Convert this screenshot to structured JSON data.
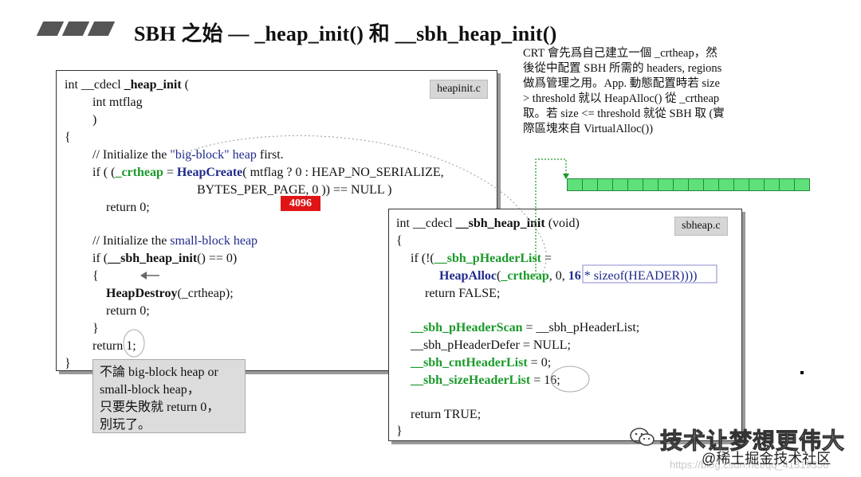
{
  "title": "SBH 之始 — _heap_init() 和 __sbh_heap_init()",
  "left_box": {
    "file": "heapinit.c",
    "lines": {
      "l1a": "int __cdecl ",
      "l1b": "_heap_init",
      "l1c": " (",
      "l2": "int mtflag",
      "l3": ")",
      "l4": "{",
      "l5a": "//  Initialize the ",
      "l5b": "\"big-block\" heap",
      "l5c": " first.",
      "l6a": "if ( (",
      "l6b": "_crtheap",
      "l6c": " = ",
      "l6d": "HeapCreate",
      "l6e": "( mtflag ? 0 : HEAP_NO_SERIALIZE,",
      "l7": "BYTES_PER_PAGE, 0 )) == NULL )",
      "l8": "return 0;",
      "l9a": "//  Initialize the ",
      "l9b": "small-block heap",
      "l10a": "if (",
      "l10b": "__sbh_heap_init",
      "l10c": "() == 0)",
      "l11": "{",
      "l12a": "HeapDestroy",
      "l12b": "(_crtheap);",
      "l13": "return 0;",
      "l14": "}",
      "l15": "return 1;",
      "l16": "}"
    },
    "badge": "4096"
  },
  "note": {
    "l1": "不論 big-block heap or",
    "l2": "small-block heap，",
    "l3": "只要失敗就 return 0，",
    "l4": "別玩了。"
  },
  "right_box": {
    "file": "sbheap.c",
    "lines": {
      "l1a": "int __cdecl ",
      "l1b": "__sbh_heap_init",
      "l1c": " (void)",
      "l2": "{",
      "l3a": "if (!(",
      "l3b": "__sbh_pHeaderList",
      "l3c": " =",
      "l4a": "HeapAlloc",
      "l4b": "(",
      "l4c": "_crtheap",
      "l4d": ", 0, ",
      "l4e": "16",
      "l4f": " * sizeof(HEADER))))",
      "l5": "return FALSE;",
      "l6a": "__sbh_pHeaderScan",
      "l6b": " = __sbh_pHeaderList;",
      "l7": "__sbh_pHeaderDefer = NULL;",
      "l8a": "__sbh_cntHeaderList",
      "l8b": " = 0;",
      "l9a": "__sbh_sizeHeaderList",
      "l9b": " = 16;",
      "l10": "return TRUE;",
      "l11": "}"
    }
  },
  "right_note": {
    "l1": "CRT 會先爲自己建立一個 _crtheap，然",
    "l2": "後從中配置 SBH 所需的 headers, regions",
    "l3": "做爲管理之用。App. 動態配置時若 size",
    "l4": "> threshold 就以 HeapAlloc() 從 _crtheap",
    "l5": "取。若 size <= threshold 就從 SBH 取 (實",
    "l6": "際區塊來自 VirtualAlloc())"
  },
  "cell_count": 16,
  "watermark": {
    "channel": "技术让梦想更伟大",
    "site": "@稀土掘金技术社区",
    "url": "https://blog.csdn.net/qq_41319356"
  },
  "colors": {
    "green": "#1a9a2a",
    "blue": "#1f2a8c",
    "badge_red": "#e01414",
    "cell_green": "#5fe07a"
  }
}
